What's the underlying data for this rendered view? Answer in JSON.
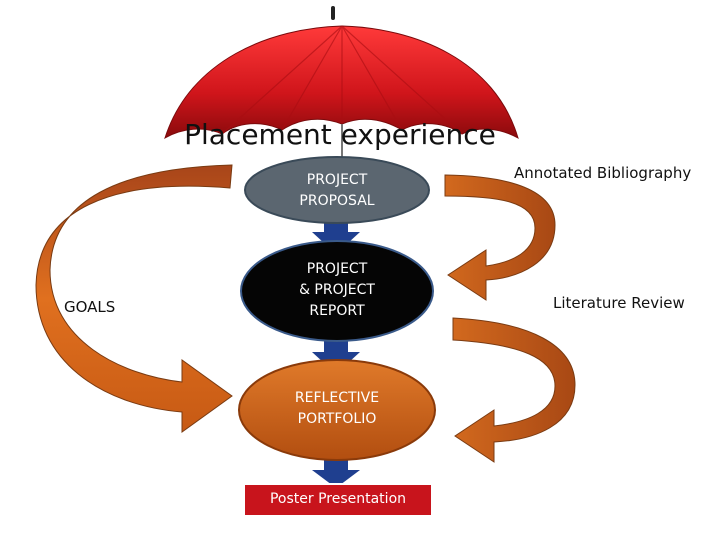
{
  "title": "Placement  experience",
  "nodes": {
    "proposal": "PROJECT\nPROPOSAL",
    "report": "PROJECT\n& PROJECT\nREPORT",
    "portfolio": "REFLECTIVE\nPORTFOLIO",
    "poster": "Poster Presentation"
  },
  "side_labels": {
    "goals": "GOALS",
    "annotated": "Annotated Bibliography",
    "literature": "Literature Review"
  },
  "colors": {
    "umbrella": "#d0151b",
    "proposal": "#5b6670",
    "report": "#050505",
    "portfolio": "#c75a14",
    "poster": "#c8141c",
    "connector": "#1f3f8f",
    "arrow": "#d2691e"
  }
}
